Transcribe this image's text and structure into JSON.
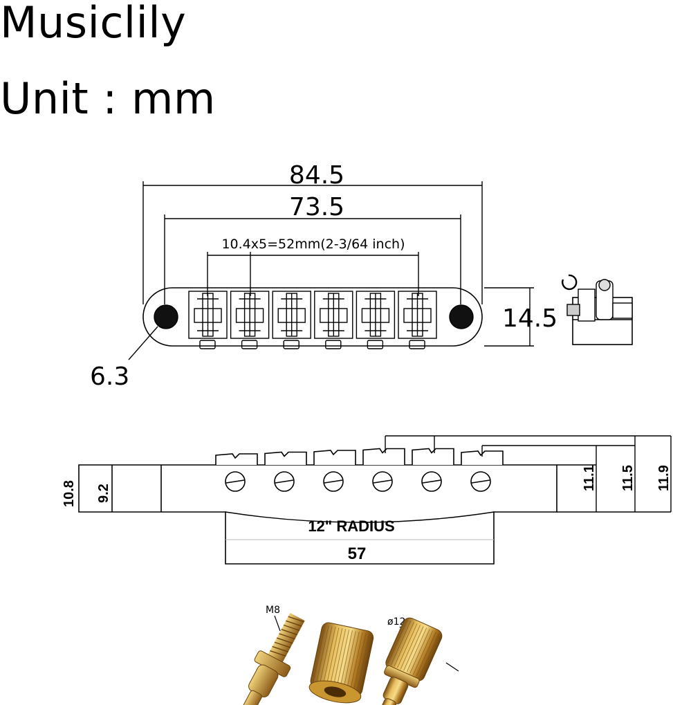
{
  "brand": "Musiclily",
  "unit_label": "Unit : mm",
  "top_view": {
    "overall_length": "84.5",
    "post_spacing": "73.5",
    "string_spacing": "10.4x5=52mm(2-3/64 inch)",
    "hole_diameter": "6.3",
    "depth": "14.5",
    "saddle_count": 6
  },
  "side_view": {
    "height_bass": "10.8",
    "height_body": "9.2",
    "height_a": "11.1",
    "height_b": "11.5",
    "height_c": "11.9",
    "radius": "12\" RADIUS",
    "base_width": "57"
  },
  "hardware": {
    "thread_label": "M8",
    "diameter_label": "ø12",
    "color": "#c9962f"
  }
}
